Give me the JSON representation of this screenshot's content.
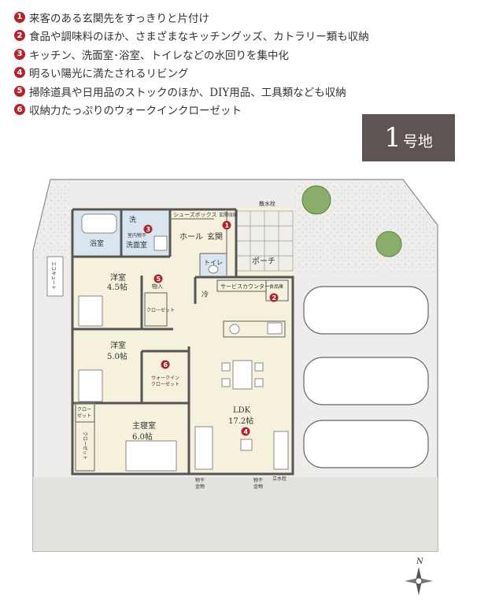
{
  "features": [
    {
      "num": "1",
      "text": "来客のある玄関先をすっきりと片付け"
    },
    {
      "num": "2",
      "text": "食品や調味料のほか、さまざまなキッチングッズ、カトラリー類も収納"
    },
    {
      "num": "3",
      "text": "キッチン、洗面室･浴室、トイレなどの水回りを集中化"
    },
    {
      "num": "4",
      "text": "明るい陽光に満たされるリビング"
    },
    {
      "num": "5",
      "text": "掃除道具や日用品のストックのほか、DIY用品、工具類なども収納"
    },
    {
      "num": "6",
      "text": "収納力たっぷりのウォークインクローゼット"
    }
  ],
  "lot": {
    "number": "1",
    "suffix": "号地"
  },
  "rooms": {
    "bath": "浴室",
    "wash_small": "洗",
    "laundry_note": "室内物干",
    "washroom": "洗面室",
    "hall": "ホール",
    "entrance": "玄関",
    "shoebox": "シューズボックス",
    "entrance_storage": "玄関収納",
    "toilet": "トイレ",
    "porch": "ポーチ",
    "bicycle": "散水栓",
    "western1": "洋室",
    "western1_size": "4.5帖",
    "storage_small": "物入",
    "closet": "クローゼット",
    "fridge": "冷",
    "service_counter": "サービスカウンター",
    "pantry": "食品庫",
    "western2": "洋室",
    "western2_size": "5.0帖",
    "walkin1": "ウォークイン",
    "walkin2": "クローゼット",
    "ldk": "LDK",
    "ldk_size": "17.2帖",
    "master": "主寝室",
    "master_size": "6.0帖",
    "closet_a": "クロー",
    "closet_b": "ゼット",
    "closet_c": "クローゼット",
    "ecocute": "エコキュート",
    "drying_hw1a": "物干",
    "drying_hw1b": "金物",
    "drying_hw2a": "物干",
    "drying_hw2b": "金物",
    "outdoor_faucet": "立水栓"
  },
  "compass": {
    "north": "N"
  }
}
